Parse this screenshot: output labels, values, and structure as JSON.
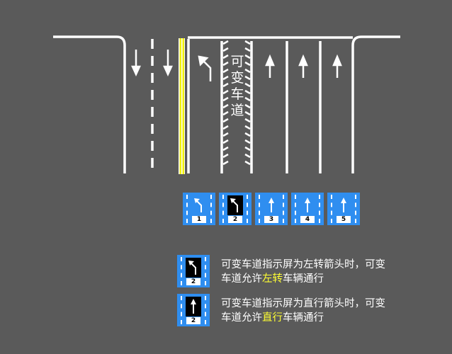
{
  "road": {
    "variable_lane_label": [
      "可",
      "变",
      "车",
      "道"
    ]
  },
  "panels": [
    {
      "number": "1",
      "arrow": "left-turn",
      "screen": "blue"
    },
    {
      "number": "2",
      "arrow": "left-turn",
      "screen": "black"
    },
    {
      "number": "3",
      "arrow": "straight",
      "screen": "blue"
    },
    {
      "number": "4",
      "arrow": "straight",
      "screen": "blue"
    },
    {
      "number": "5",
      "arrow": "straight",
      "screen": "blue"
    }
  ],
  "legend": [
    {
      "number": "2",
      "arrow": "left-turn",
      "line1": "可变车道指示屏为左转箭头时，可变",
      "pre": "车道允许",
      "highlight": "左转",
      "post": "车辆通行"
    },
    {
      "number": "2",
      "arrow": "straight",
      "line1": "可变车道指示屏为直行箭头时，可变",
      "pre": "车道允许",
      "highlight": "直行",
      "post": "车辆通行"
    }
  ],
  "colors": {
    "road": "#5a5a5a",
    "yellow_line": "#f0f000",
    "panel": "#2f8ef0",
    "highlight": "#ffff33"
  }
}
